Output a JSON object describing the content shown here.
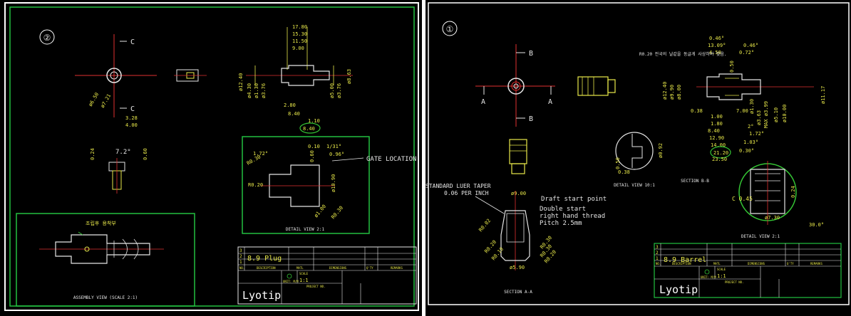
{
  "left_sheet": {
    "view_number": "②",
    "section_letters": [
      "C",
      "C"
    ],
    "dims_front": [
      "ø6.50",
      "ø7.21",
      "3.28",
      "4.00"
    ],
    "dims_top": [
      "17.80",
      "15.30",
      "11.50",
      "9.00"
    ],
    "dims_side_left": [
      "ø12.40",
      "ø4.30",
      "ø1.30",
      "ø3.76"
    ],
    "dims_side_right": [
      "ø5.00",
      "ø3.76",
      "ø8.63"
    ],
    "dims_bottom": [
      "2.80",
      "8.40",
      "1.10",
      "8.40"
    ],
    "small_part_dims": [
      "7.2°",
      "0.24",
      "0.60"
    ],
    "detail_dims": [
      "0.10",
      "1/31°",
      "0.60",
      "0.96°",
      "1.72°",
      "R0.30",
      "R0.20",
      "ø10.90",
      "ø1.00",
      "R0.30"
    ],
    "gate_label": "GATE LOCATION",
    "detail_caption": "DETAIL VIEW 2:1",
    "assembly_note": "조립후 용착부",
    "assembly_caption": "ASSEMBLY VIEW (SCALE 2:1)",
    "title_block": {
      "rev_numbers": [
        "3",
        "2",
        "1"
      ],
      "title": "8.9 Plug",
      "headers": [
        "NO.",
        "DESCRIPTION",
        "MATL",
        "DIMENSIONS",
        "Q'TY",
        "REMARKS"
      ],
      "scale_label": "SCALE",
      "scale": "1:1",
      "unit_label": "UNIT: M/M",
      "projection_label": "PROJECT NO.",
      "company": "Lyotip"
    }
  },
  "right_sheet": {
    "view_number": "①",
    "section_letters": [
      "B",
      "B",
      "A",
      "A"
    ],
    "dims_top": [
      "0.46°",
      "13.09°",
      "4.50",
      "0.46°",
      "0.72°"
    ],
    "note_korean": "R0.20 전국의 날같을 동글게 사상하여 맞음.",
    "dims_side_left": [
      "ø12.40",
      "ø9.90",
      "ø8.00"
    ],
    "dims_side_right": [
      "ø11.17"
    ],
    "dims_mid": [
      "0.50",
      "0.38",
      "1.00",
      "1.80",
      "8.40",
      "12.90",
      "14.00",
      "21.20",
      "23.50",
      "7.00",
      "ø1.30",
      "ø3.63",
      "MAX ø3.99",
      "ø5.10",
      "ø10.00",
      "2°",
      "1.72°",
      "1.03°",
      "0.30°"
    ],
    "detail10_dims": [
      "0.50",
      "0.38",
      "ø0.92"
    ],
    "detail10_caption": "DETAIL VIEW 10:1",
    "section_bb_caption": "SECTION B-B",
    "luer_note_1": "STANDARD LUER TAPER",
    "luer_note_2": "0.06 PER INCH",
    "draft_note": "Draft start point",
    "thread_notes": [
      "Double start",
      "right hand thread",
      "Pitch 2.5mm"
    ],
    "section_dims": [
      "ø9.00",
      "R0.02",
      "R0.20",
      "R0.10",
      "R0.30",
      "R0.30",
      "R0.20",
      "ø5.90"
    ],
    "section_aa_caption": "SECTION A-A",
    "detail21_dims": [
      "C 0.45",
      "0.24",
      "ø7.30",
      "30.0°"
    ],
    "detail21_caption": "DETAIL VIEW 2:1",
    "title_block": {
      "rev_numbers": [
        "3",
        "2",
        "1"
      ],
      "title": "8.9 Barrel",
      "headers": [
        "NO.",
        "DESCRIPTION",
        "MATL",
        "DIMENSIONS",
        "Q'TY",
        "REMARKS"
      ],
      "scale_label": "SCALE",
      "scale": "1:1",
      "unit_label": "UNIT: M/M",
      "projection_label": "PROJECT NO.",
      "company": "Lyotip"
    }
  },
  "colors": {
    "background": "#000000",
    "dimension": "#e8e84a",
    "centerline": "#e03030",
    "border": "#22c040",
    "outline": "#e6e6e6",
    "highlight": "#34c434"
  }
}
